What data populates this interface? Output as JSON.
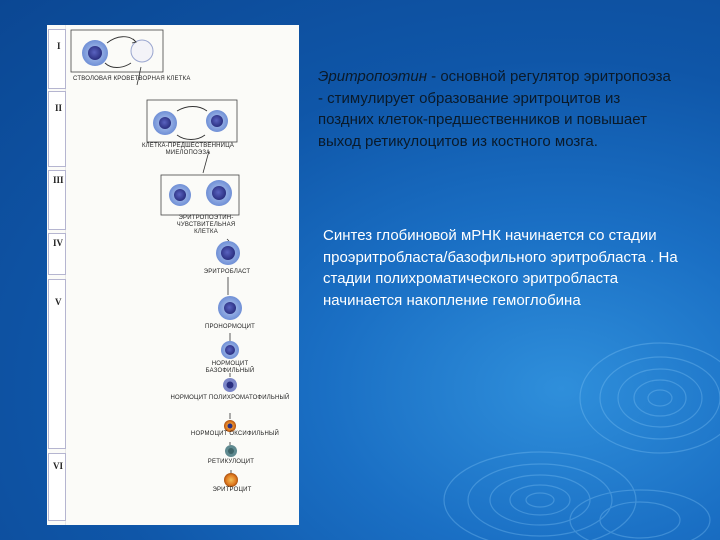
{
  "slide": {
    "diagram": {
      "stages": [
        "I",
        "II",
        "III",
        "IV",
        "V",
        "VI"
      ],
      "cells": [
        {
          "label": "СТВОЛОВАЯ КРОВЕТВОРНАЯ КЛЕТКА"
        },
        {
          "label": "КЛЕТКА-ПРЕДШЕСТВЕННИЦА МИЕЛОПОЭЗА"
        },
        {
          "label": "ЭРИТРОПОЭТИН-ЧУВСТВИТЕЛЬНАЯ КЛЕТКА"
        },
        {
          "label": "ЭРИТРОБЛАСТ"
        },
        {
          "label": "ПРОНОРМОЦИТ"
        },
        {
          "label": "НОРМОЦИТ БАЗОФИЛЬНЫЙ"
        },
        {
          "label": "НОРМОЦИТ ПОЛИХРОМАТОФИЛЬНЫЙ"
        },
        {
          "label": "НОРМОЦИТ ОКСИФИЛЬНЫЙ"
        },
        {
          "label": "РЕТИКУЛОЦИТ"
        },
        {
          "label": "ЭРИТРОЦИТ"
        }
      ]
    },
    "text_block_1": {
      "term": "Эритропоэтин",
      "rest": " - основной регулятор эритропоэза - стимулирует образование эритроцитов из поздних клеток-предшественников и повышает выход ретикулоцитов из костного мозга."
    },
    "text_block_2": "Синтез глобиновой мРНК начинается со стадии проэритробласта/базофильного эритробласта . На стадии полихроматического эритробласта начинается накопление гемоглобина",
    "colors": {
      "background": "#1a6fc4",
      "text_dark": "#0a1a2a",
      "text_white": "#ffffff",
      "cell_nucleus": "#3a3f9a",
      "cell_cytoplasm": "#8aa8e0"
    }
  }
}
